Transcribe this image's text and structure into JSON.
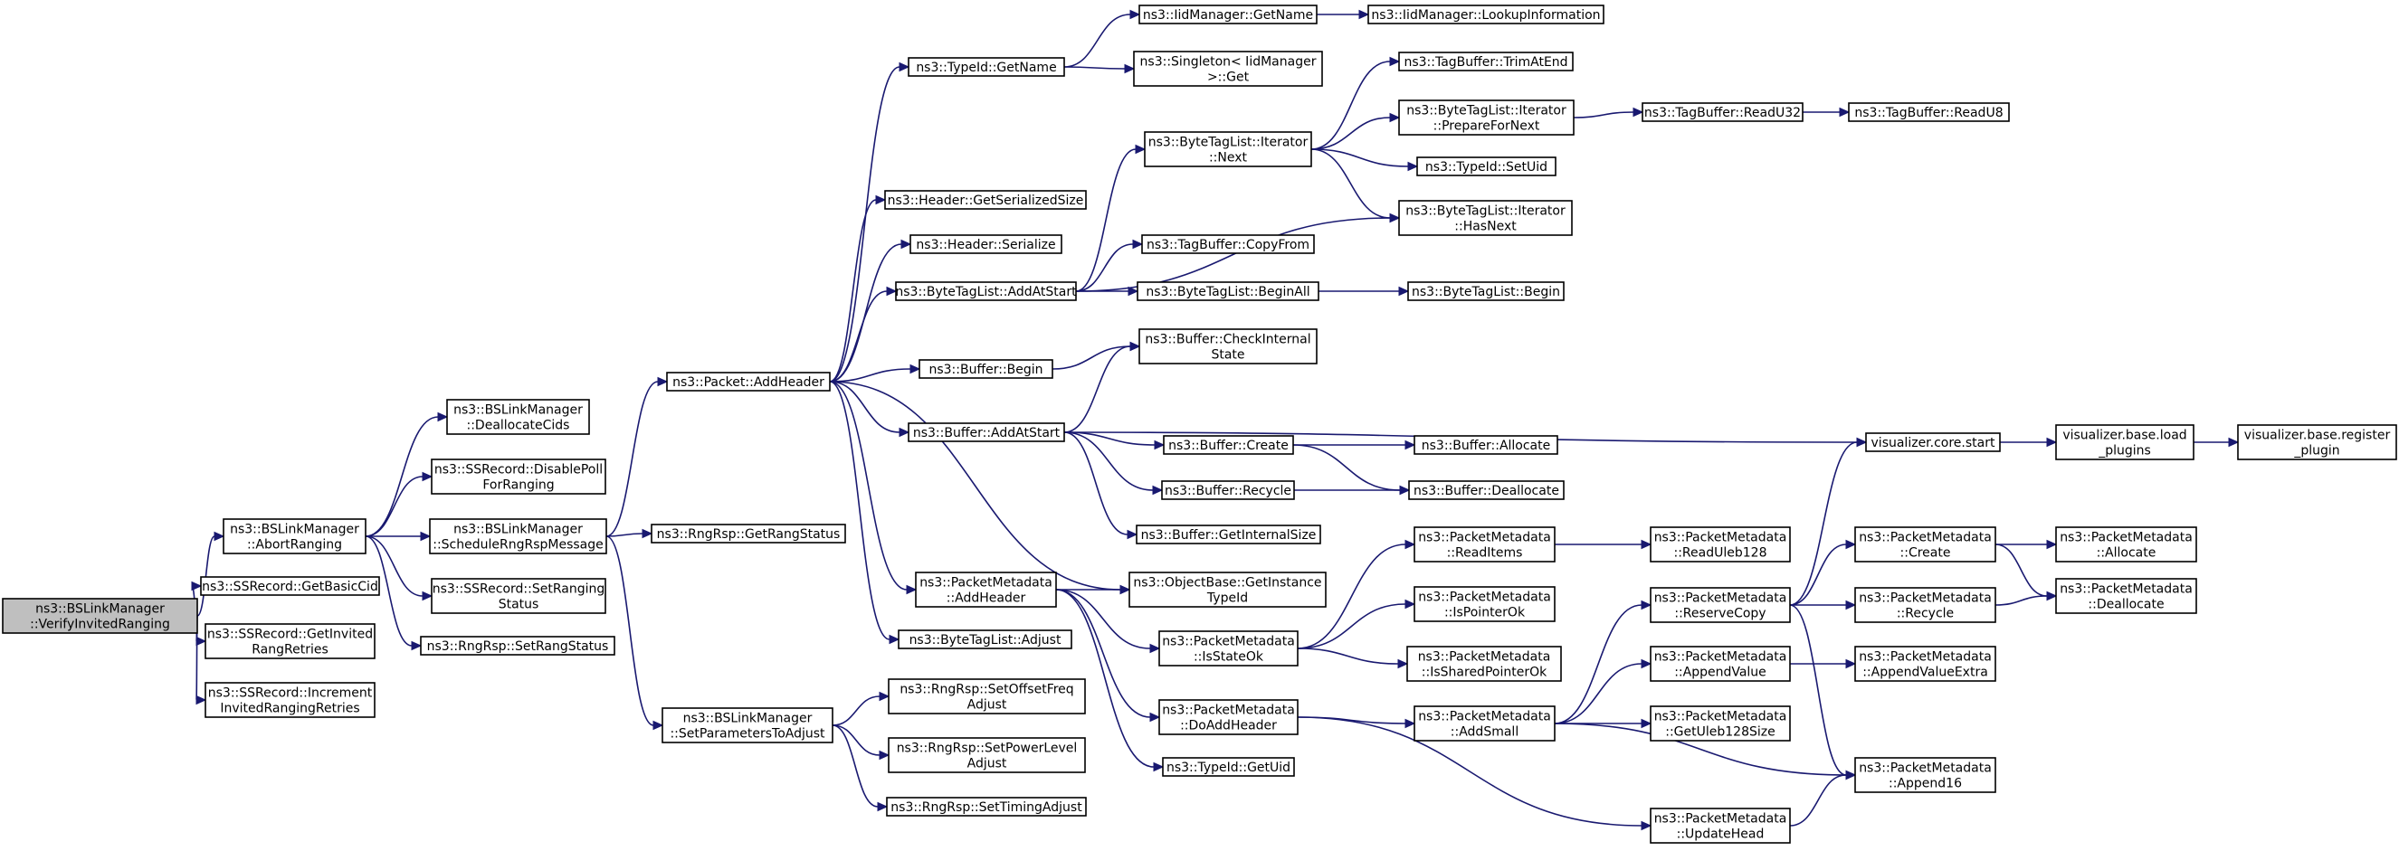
{
  "graph": {
    "edge_color": "#191970",
    "root_fill": "#bfbfbf",
    "nodes": [
      {
        "id": "root",
        "lines": [
          "ns3::BSLinkManager",
          "::VerifyInvitedRanging"
        ],
        "root": true
      },
      {
        "id": "abort",
        "lines": [
          "ns3::BSLinkManager",
          "::AbortRanging"
        ]
      },
      {
        "id": "getbasiccid",
        "lines": [
          "ns3::SSRecord::GetBasicCid"
        ]
      },
      {
        "id": "getinvited",
        "lines": [
          "ns3::SSRecord::GetInvited",
          "RangRetries"
        ]
      },
      {
        "id": "increment",
        "lines": [
          "ns3::SSRecord::Increment",
          "InvitedRangingRetries"
        ]
      },
      {
        "id": "dealloccids",
        "lines": [
          "ns3::BSLinkManager",
          "::DeallocateCids"
        ]
      },
      {
        "id": "disablepoll",
        "lines": [
          "ns3::SSRecord::DisablePoll",
          "ForRanging"
        ]
      },
      {
        "id": "schedule",
        "lines": [
          "ns3::BSLinkManager",
          "::ScheduleRngRspMessage"
        ]
      },
      {
        "id": "setrangingstatus",
        "lines": [
          "ns3::SSRecord::SetRanging",
          "Status"
        ]
      },
      {
        "id": "setrangstatus",
        "lines": [
          "ns3::RngRsp::SetRangStatus"
        ]
      },
      {
        "id": "addheader",
        "lines": [
          "ns3::Packet::AddHeader"
        ]
      },
      {
        "id": "getrangstatus",
        "lines": [
          "ns3::RngRsp::GetRangStatus"
        ]
      },
      {
        "id": "setparams",
        "lines": [
          "ns3::BSLinkManager",
          "::SetParametersToAdjust"
        ]
      },
      {
        "id": "typeidgetname",
        "lines": [
          "ns3::TypeId::GetName"
        ]
      },
      {
        "id": "getserializedsize",
        "lines": [
          "ns3::Header::GetSerializedSize"
        ]
      },
      {
        "id": "headerserialize",
        "lines": [
          "ns3::Header::Serialize"
        ]
      },
      {
        "id": "btl_addatstart",
        "lines": [
          "ns3::ByteTagList::AddAtStart"
        ]
      },
      {
        "id": "bufferbegin",
        "lines": [
          "ns3::Buffer::Begin"
        ]
      },
      {
        "id": "buffer_addatstart",
        "lines": [
          "ns3::Buffer::AddAtStart"
        ]
      },
      {
        "id": "pm_addheader",
        "lines": [
          "ns3::PacketMetadata",
          "::AddHeader"
        ]
      },
      {
        "id": "btl_adjust",
        "lines": [
          "ns3::ByteTagList::Adjust"
        ]
      },
      {
        "id": "setoffsetfreq",
        "lines": [
          "ns3::RngRsp::SetOffsetFreq",
          "Adjust"
        ]
      },
      {
        "id": "setpowerlevel",
        "lines": [
          "ns3::RngRsp::SetPowerLevel",
          "Adjust"
        ]
      },
      {
        "id": "settimingadjust",
        "lines": [
          "ns3::RngRsp::SetTimingAdjust"
        ]
      },
      {
        "id": "iidgetname",
        "lines": [
          "ns3::IidManager::GetName"
        ]
      },
      {
        "id": "singleton",
        "lines": [
          "ns3::Singleton< IidManager",
          ">::Get"
        ]
      },
      {
        "id": "iter_next",
        "lines": [
          "ns3::ByteTagList::Iterator",
          "::Next"
        ]
      },
      {
        "id": "tb_copyfrom",
        "lines": [
          "ns3::TagBuffer::CopyFrom"
        ]
      },
      {
        "id": "btl_beginall",
        "lines": [
          "ns3::ByteTagList::BeginAll"
        ]
      },
      {
        "id": "checkinternal",
        "lines": [
          "ns3::Buffer::CheckInternal",
          "State"
        ]
      },
      {
        "id": "buffer_create",
        "lines": [
          "ns3::Buffer::Create"
        ]
      },
      {
        "id": "buffer_recycle",
        "lines": [
          "ns3::Buffer::Recycle"
        ]
      },
      {
        "id": "getinternalsize",
        "lines": [
          "ns3::Buffer::GetInternalSize"
        ]
      },
      {
        "id": "getinstancetypeid",
        "lines": [
          "ns3::ObjectBase::GetInstance",
          "TypeId"
        ]
      },
      {
        "id": "pm_isstateok",
        "lines": [
          "ns3::PacketMetadata",
          "::IsStateOk"
        ]
      },
      {
        "id": "pm_doaddheader",
        "lines": [
          "ns3::PacketMetadata",
          "::DoAddHeader"
        ]
      },
      {
        "id": "typeidgetuid",
        "lines": [
          "ns3::TypeId::GetUid"
        ]
      },
      {
        "id": "lookupinfo",
        "lines": [
          "ns3::IidManager::LookupInformation"
        ]
      },
      {
        "id": "tb_trimatend",
        "lines": [
          "ns3::TagBuffer::TrimAtEnd"
        ]
      },
      {
        "id": "iter_prepare",
        "lines": [
          "ns3::ByteTagList::Iterator",
          "::PrepareForNext"
        ]
      },
      {
        "id": "typeidsetuid",
        "lines": [
          "ns3::TypeId::SetUid"
        ]
      },
      {
        "id": "iter_hasnext",
        "lines": [
          "ns3::ByteTagList::Iterator",
          "::HasNext"
        ]
      },
      {
        "id": "btl_begin",
        "lines": [
          "ns3::ByteTagList::Begin"
        ]
      },
      {
        "id": "buffer_allocate",
        "lines": [
          "ns3::Buffer::Allocate"
        ]
      },
      {
        "id": "buffer_deallocate",
        "lines": [
          "ns3::Buffer::Deallocate"
        ]
      },
      {
        "id": "pm_readitems",
        "lines": [
          "ns3::PacketMetadata",
          "::ReadItems"
        ]
      },
      {
        "id": "pm_ispointerok",
        "lines": [
          "ns3::PacketMetadata",
          "::IsPointerOk"
        ]
      },
      {
        "id": "pm_issharedpointerok",
        "lines": [
          "ns3::PacketMetadata",
          "::IsSharedPointerOk"
        ]
      },
      {
        "id": "pm_addsmall",
        "lines": [
          "ns3::PacketMetadata",
          "::AddSmall"
        ]
      },
      {
        "id": "pm_updatehead",
        "lines": [
          "ns3::PacketMetadata",
          "::UpdateHead"
        ]
      },
      {
        "id": "tb_readu32",
        "lines": [
          "ns3::TagBuffer::ReadU32"
        ]
      },
      {
        "id": "tb_readu8",
        "lines": [
          "ns3::TagBuffer::ReadU8"
        ]
      },
      {
        "id": "viz_start",
        "lines": [
          "visualizer.core.start"
        ]
      },
      {
        "id": "viz_load",
        "lines": [
          "visualizer.base.load",
          "_plugins"
        ]
      },
      {
        "id": "viz_register",
        "lines": [
          "visualizer.base.register",
          "_plugin"
        ]
      },
      {
        "id": "pm_readuleb128",
        "lines": [
          "ns3::PacketMetadata",
          "::ReadUleb128"
        ]
      },
      {
        "id": "pm_reservecopy",
        "lines": [
          "ns3::PacketMetadata",
          "::ReserveCopy"
        ]
      },
      {
        "id": "pm_appendvalue",
        "lines": [
          "ns3::PacketMetadata",
          "::AppendValue"
        ]
      },
      {
        "id": "pm_getuleb128size",
        "lines": [
          "ns3::PacketMetadata",
          "::GetUleb128Size"
        ]
      },
      {
        "id": "pm_append16",
        "lines": [
          "ns3::PacketMetadata",
          "::Append16"
        ]
      },
      {
        "id": "pm_create",
        "lines": [
          "ns3::PacketMetadata",
          "::Create"
        ]
      },
      {
        "id": "pm_recycle",
        "lines": [
          "ns3::PacketMetadata",
          "::Recycle"
        ]
      },
      {
        "id": "pm_appendvalueextra",
        "lines": [
          "ns3::PacketMetadata",
          "::AppendValueExtra"
        ]
      },
      {
        "id": "pm_allocate",
        "lines": [
          "ns3::PacketMetadata",
          "::Allocate"
        ]
      },
      {
        "id": "pm_deallocate",
        "lines": [
          "ns3::PacketMetadata",
          "::Deallocate"
        ]
      }
    ],
    "edges": [
      [
        "root",
        "abort"
      ],
      [
        "root",
        "getbasiccid"
      ],
      [
        "root",
        "getinvited"
      ],
      [
        "root",
        "increment"
      ],
      [
        "abort",
        "dealloccids"
      ],
      [
        "abort",
        "disablepoll"
      ],
      [
        "abort",
        "schedule"
      ],
      [
        "abort",
        "setrangingstatus"
      ],
      [
        "abort",
        "setrangstatus"
      ],
      [
        "schedule",
        "addheader"
      ],
      [
        "schedule",
        "getrangstatus"
      ],
      [
        "schedule",
        "setparams"
      ],
      [
        "addheader",
        "typeidgetname"
      ],
      [
        "addheader",
        "getserializedsize"
      ],
      [
        "addheader",
        "headerserialize"
      ],
      [
        "addheader",
        "btl_addatstart"
      ],
      [
        "addheader",
        "bufferbegin"
      ],
      [
        "addheader",
        "buffer_addatstart"
      ],
      [
        "addheader",
        "getinstancetypeid"
      ],
      [
        "addheader",
        "pm_addheader"
      ],
      [
        "addheader",
        "btl_adjust"
      ],
      [
        "setparams",
        "setoffsetfreq"
      ],
      [
        "setparams",
        "setpowerlevel"
      ],
      [
        "setparams",
        "settimingadjust"
      ],
      [
        "typeidgetname",
        "iidgetname"
      ],
      [
        "typeidgetname",
        "singleton"
      ],
      [
        "iidgetname",
        "lookupinfo"
      ],
      [
        "btl_addatstart",
        "iter_next"
      ],
      [
        "btl_addatstart",
        "iter_hasnext"
      ],
      [
        "btl_addatstart",
        "tb_copyfrom"
      ],
      [
        "btl_addatstart",
        "btl_beginall"
      ],
      [
        "iter_next",
        "tb_trimatend"
      ],
      [
        "iter_next",
        "iter_prepare"
      ],
      [
        "iter_next",
        "typeidsetuid"
      ],
      [
        "iter_next",
        "iter_hasnext"
      ],
      [
        "iter_prepare",
        "tb_readu32"
      ],
      [
        "tb_readu32",
        "tb_readu8"
      ],
      [
        "btl_beginall",
        "btl_begin"
      ],
      [
        "bufferbegin",
        "checkinternal"
      ],
      [
        "buffer_addatstart",
        "checkinternal"
      ],
      [
        "buffer_addatstart",
        "viz_start"
      ],
      [
        "buffer_addatstart",
        "buffer_create"
      ],
      [
        "buffer_addatstart",
        "buffer_recycle"
      ],
      [
        "buffer_addatstart",
        "getinternalsize"
      ],
      [
        "buffer_create",
        "buffer_allocate"
      ],
      [
        "buffer_create",
        "buffer_deallocate"
      ],
      [
        "buffer_recycle",
        "buffer_deallocate"
      ],
      [
        "viz_start",
        "viz_load"
      ],
      [
        "viz_load",
        "viz_register"
      ],
      [
        "pm_addheader",
        "getinstancetypeid"
      ],
      [
        "pm_addheader",
        "pm_isstateok"
      ],
      [
        "pm_addheader",
        "pm_doaddheader"
      ],
      [
        "pm_addheader",
        "typeidgetuid"
      ],
      [
        "pm_isstateok",
        "pm_readitems"
      ],
      [
        "pm_isstateok",
        "pm_ispointerok"
      ],
      [
        "pm_isstateok",
        "pm_issharedpointerok"
      ],
      [
        "pm_readitems",
        "pm_readuleb128"
      ],
      [
        "pm_doaddheader",
        "pm_addsmall"
      ],
      [
        "pm_doaddheader",
        "pm_updatehead"
      ],
      [
        "pm_addsmall",
        "pm_reservecopy"
      ],
      [
        "pm_addsmall",
        "pm_appendvalue"
      ],
      [
        "pm_addsmall",
        "pm_getuleb128size"
      ],
      [
        "pm_addsmall",
        "pm_append16"
      ],
      [
        "pm_reservecopy",
        "viz_start"
      ],
      [
        "pm_reservecopy",
        "pm_create"
      ],
      [
        "pm_reservecopy",
        "pm_recycle"
      ],
      [
        "pm_reservecopy",
        "pm_append16"
      ],
      [
        "pm_updatehead",
        "pm_append16"
      ],
      [
        "pm_appendvalue",
        "pm_appendvalueextra"
      ],
      [
        "pm_create",
        "pm_allocate"
      ],
      [
        "pm_create",
        "pm_deallocate"
      ],
      [
        "pm_recycle",
        "pm_deallocate"
      ]
    ]
  }
}
